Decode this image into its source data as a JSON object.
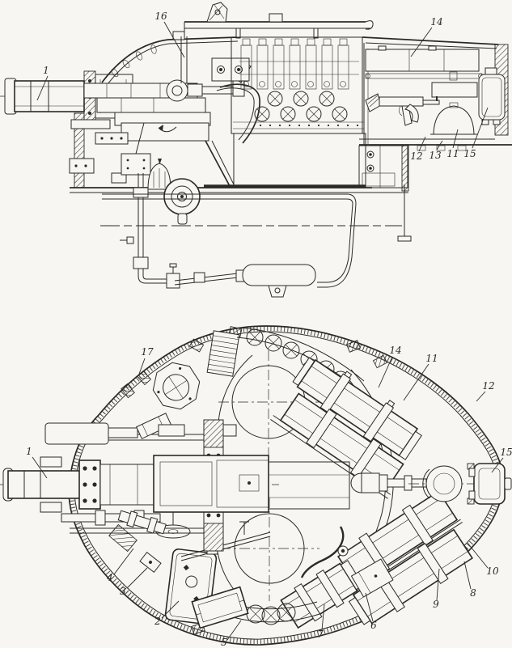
{
  "colors": {
    "ink": "#2b2a27",
    "paper": "#f7f6f2"
  },
  "top_view": {
    "callouts": [
      {
        "label": "1"
      },
      {
        "label": "16"
      },
      {
        "label": "14"
      },
      {
        "label": "12"
      },
      {
        "label": "13"
      },
      {
        "label": "11"
      },
      {
        "label": "15"
      }
    ]
  },
  "bottom_view": {
    "callouts": [
      {
        "label": "17"
      },
      {
        "label": "14"
      },
      {
        "label": "11"
      },
      {
        "label": "12"
      },
      {
        "label": "15"
      },
      {
        "label": "1"
      },
      {
        "label": "4"
      },
      {
        "label": "3"
      },
      {
        "label": "2"
      },
      {
        "label": "5"
      },
      {
        "label": "7"
      },
      {
        "label": "6"
      },
      {
        "label": "9"
      },
      {
        "label": "8"
      },
      {
        "label": "10"
      }
    ]
  }
}
